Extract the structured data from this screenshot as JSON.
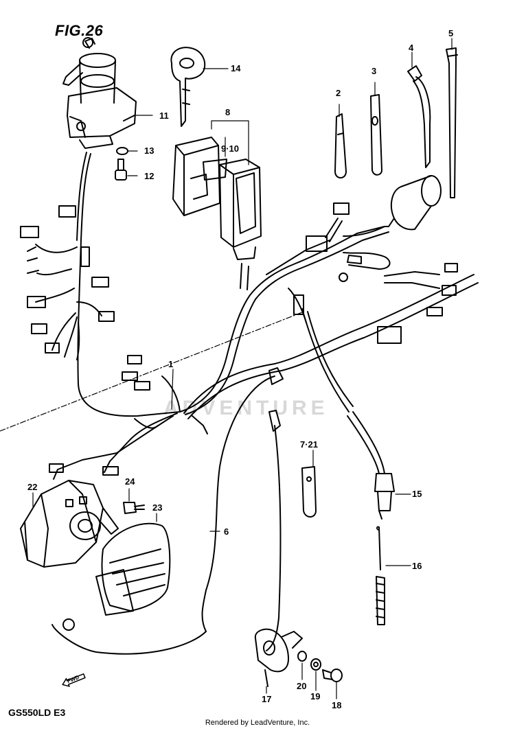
{
  "figure": {
    "title": "FIG.26",
    "model": "GS550LD  E3",
    "credit": "Rendered by LeadVenture, Inc.",
    "watermark": "ADVENTURE"
  },
  "direction_marker": "FWD",
  "callouts": [
    {
      "id": "c1",
      "text": "1"
    },
    {
      "id": "c2",
      "text": "2"
    },
    {
      "id": "c3",
      "text": "3"
    },
    {
      "id": "c4",
      "text": "4"
    },
    {
      "id": "c5",
      "text": "5"
    },
    {
      "id": "c6",
      "text": "6"
    },
    {
      "id": "c7",
      "text": "7·21"
    },
    {
      "id": "c8",
      "text": "8"
    },
    {
      "id": "c9",
      "text": "9·10"
    },
    {
      "id": "c11",
      "text": "11"
    },
    {
      "id": "c12",
      "text": "12"
    },
    {
      "id": "c13",
      "text": "13"
    },
    {
      "id": "c14",
      "text": "14"
    },
    {
      "id": "c15",
      "text": "15"
    },
    {
      "id": "c16",
      "text": "16"
    },
    {
      "id": "c17",
      "text": "17"
    },
    {
      "id": "c18",
      "text": "18"
    },
    {
      "id": "c19",
      "text": "19"
    },
    {
      "id": "c20",
      "text": "20"
    },
    {
      "id": "c22",
      "text": "22"
    },
    {
      "id": "c23",
      "text": "23"
    },
    {
      "id": "c24",
      "text": "24"
    }
  ]
}
